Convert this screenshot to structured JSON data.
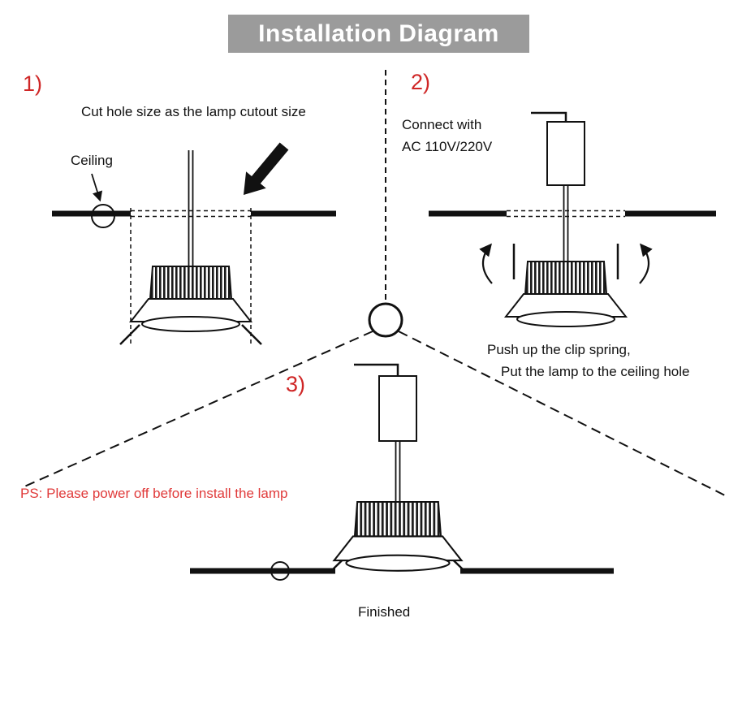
{
  "header": {
    "title": "Installation Diagram"
  },
  "steps": {
    "step1": {
      "number": "1)",
      "caption": "Cut hole size as the lamp cutout size",
      "ceiling_label": "Ceiling"
    },
    "step2": {
      "number": "2)",
      "caption_line1": "Connect with",
      "caption_line2": "AC 110V/220V",
      "note_line1": "Push up the clip spring,",
      "note_line2": "Put the lamp to the ceiling hole"
    },
    "step3": {
      "number": "3)",
      "warning": "PS: Please power off before install the lamp",
      "finished_label": "Finished"
    }
  },
  "colors": {
    "header_bg": "#9b9b9b",
    "accent_red": "#cf2626",
    "warning_red": "#e03a3a",
    "line": "#111111"
  }
}
